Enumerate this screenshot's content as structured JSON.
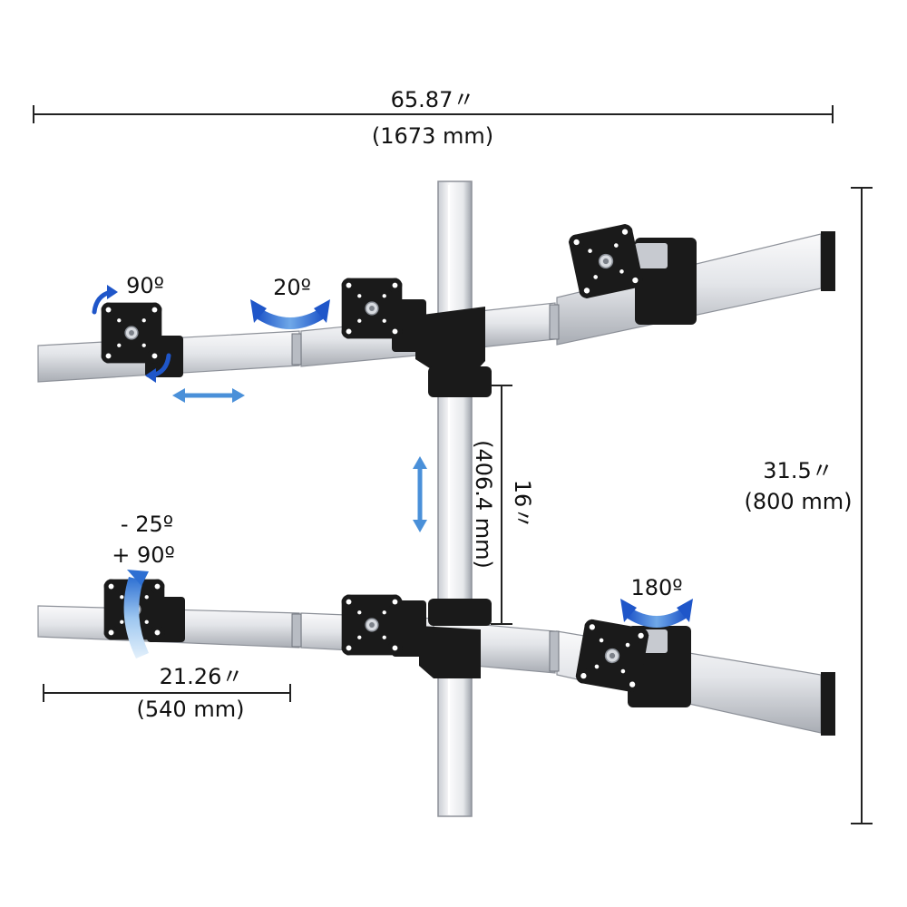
{
  "dimensions": {
    "overall_width": {
      "inch": "65.87〃",
      "mm": "(1673 mm)"
    },
    "overall_height": {
      "inch": "31.5〃",
      "mm": "(800 mm)"
    },
    "arm_spacing": {
      "inch": "16〃",
      "mm": "(406.4 mm)"
    },
    "arm_segment": {
      "inch": "21.26〃",
      "mm": "(540 mm)"
    }
  },
  "rotations": {
    "rotate": "90º",
    "swivel": "20º",
    "tilt_down": "- 25º",
    "tilt_up": "+ 90º",
    "pan": "180º"
  },
  "colors": {
    "aluminum_light": "#f4f4f6",
    "aluminum_mid": "#cdd0d6",
    "aluminum_dark": "#9ea3ab",
    "hardware": "#1a1a1a",
    "arrow_blue": "#4a90d9",
    "arrow_dark_blue": "#1f56c9",
    "line": "#222222"
  }
}
